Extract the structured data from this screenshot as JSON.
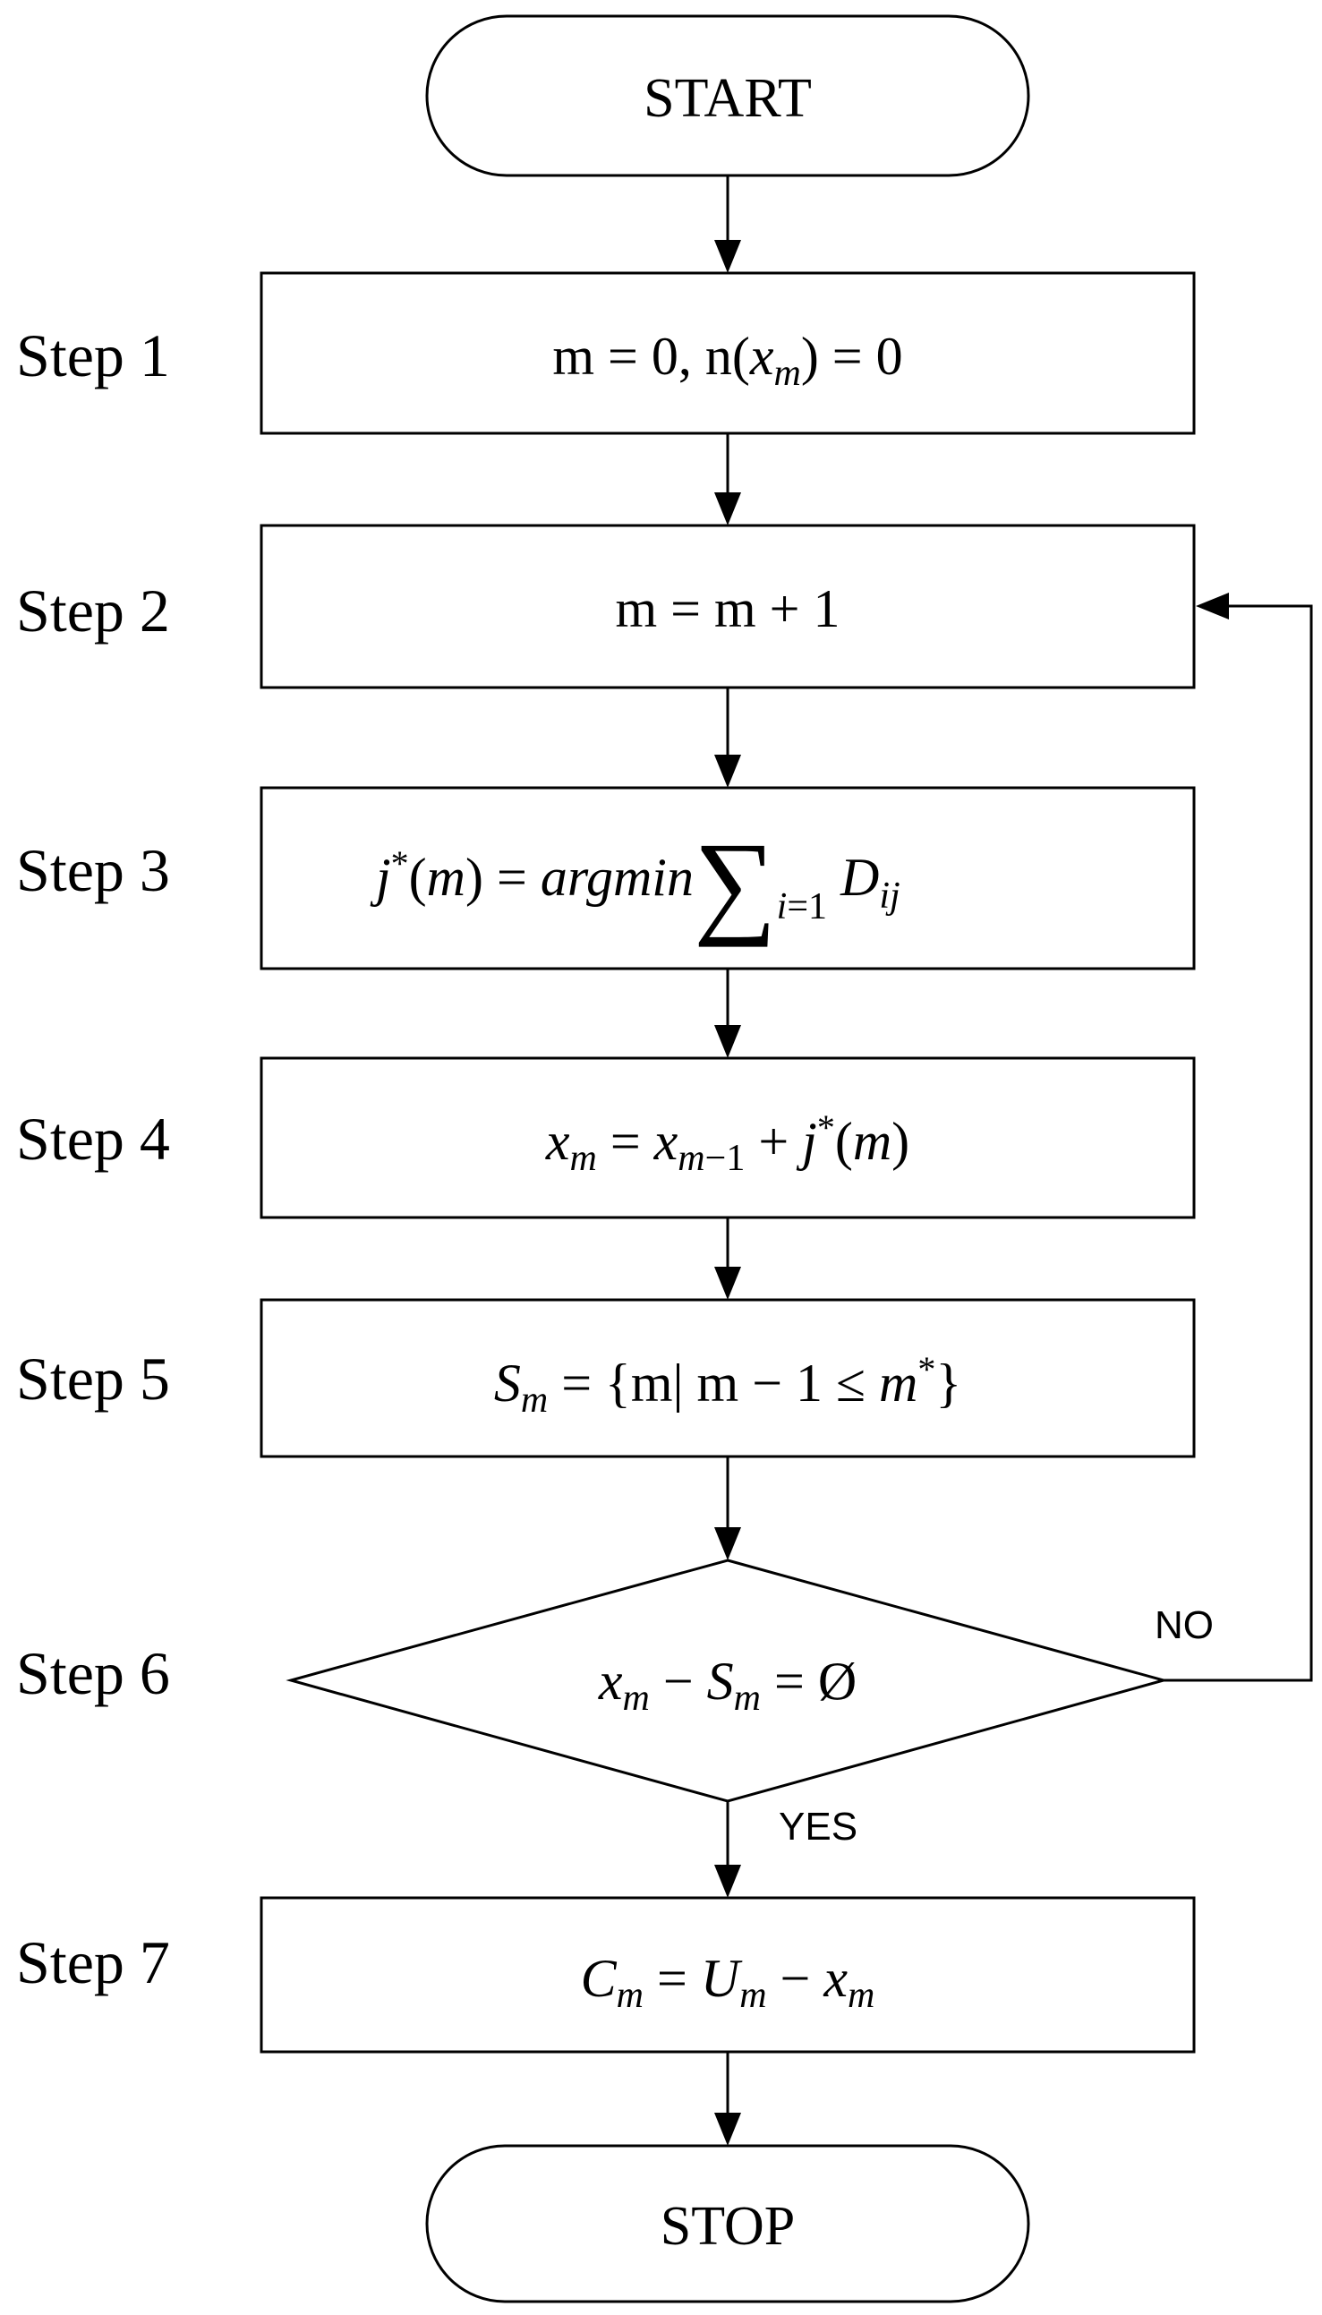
{
  "start_label": "START",
  "stop_label": "STOP",
  "steps": [
    "Step 1",
    "Step 2",
    "Step 3",
    "Step 4",
    "Step 5",
    "Step 6",
    "Step 7"
  ],
  "formulas": {
    "step1": "m = 0, n(x_m) = 0",
    "step2": "m = m + 1",
    "step3": "j*(m) = argmin Σ_{i=1} D_ij",
    "step4": "x_m = x_{m−1} + j*(m)",
    "step5": "S_m = {m| m − 1 ≤ m*}",
    "step6": "x_m − S_m = Ø",
    "step7": "C_m = U_m − x_m"
  },
  "branch_no": "NO",
  "branch_yes": "YES"
}
